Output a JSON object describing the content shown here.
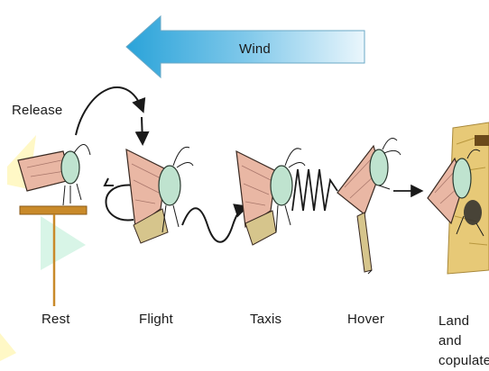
{
  "wind": {
    "label": "Wind"
  },
  "release": {
    "label": "Release"
  },
  "stages": [
    {
      "label": "Rest"
    },
    {
      "label": "Flight"
    },
    {
      "label": "Taxis"
    },
    {
      "label": "Hover"
    },
    {
      "label": "Land and copulate"
    }
  ],
  "colors": {
    "wind_arrow_start": "#2aa3d9",
    "wind_arrow_end": "#e8f6fc",
    "perch": "#c98a2a",
    "moth_wing": "#e9b7a4",
    "moth_body": "#d6c58c",
    "moth_head": "#bfe3cf",
    "bark": "#e7c977",
    "watermark_yellow": "#fff6b8",
    "watermark_green": "#d4f4e4"
  }
}
